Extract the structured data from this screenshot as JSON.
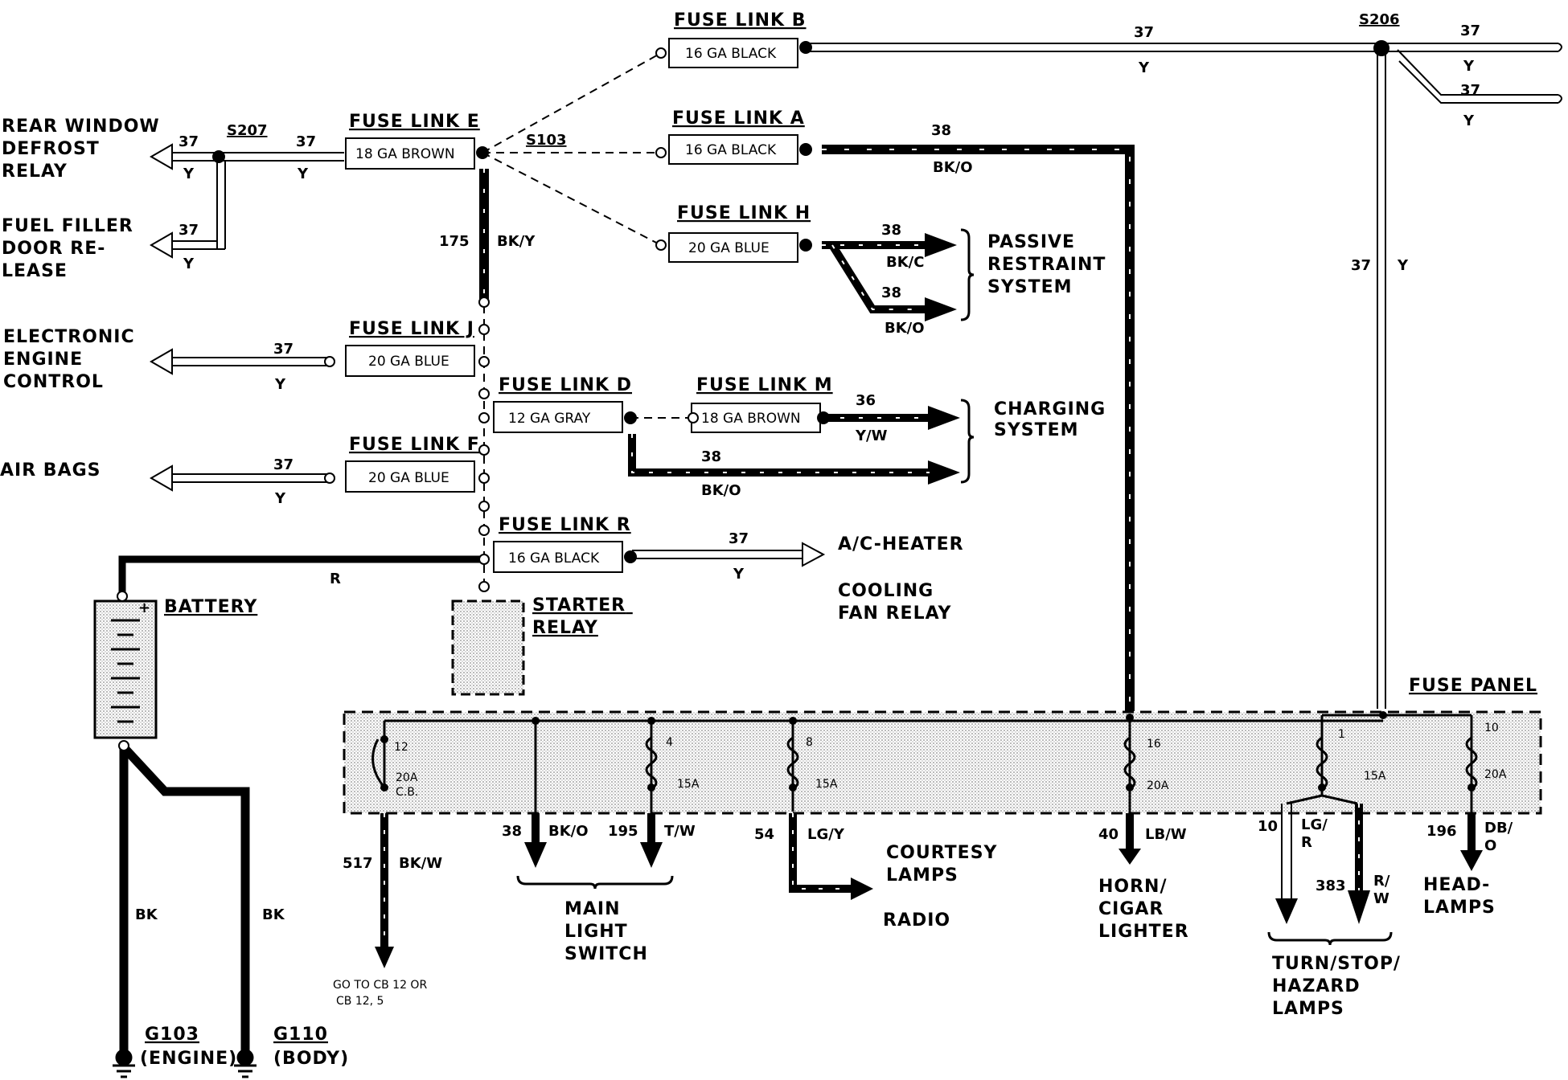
{
  "splices": {
    "s207": "S207",
    "s103": "S103",
    "s206": "S206"
  },
  "fuse_links": {
    "b": {
      "title": "FUSE LINK B",
      "spec": "16 GA BLACK"
    },
    "a": {
      "title": "FUSE LINK A",
      "spec": "16 GA BLACK"
    },
    "e": {
      "title": "FUSE LINK E",
      "spec": "18 GA BROWN"
    },
    "h": {
      "title": "FUSE LINK H",
      "spec": "20 GA BLUE"
    },
    "j": {
      "title": "FUSE LINK J",
      "spec": "20 GA BLUE"
    },
    "d": {
      "title": "FUSE LINK D",
      "spec": "12 GA GRAY"
    },
    "m": {
      "title": "FUSE LINK M",
      "spec": "18 GA BROWN"
    },
    "f": {
      "title": "FUSE LINK F",
      "spec": "20 GA BLUE"
    },
    "r": {
      "title": "FUSE LINK R",
      "spec": "16 GA BLACK"
    }
  },
  "destinations": {
    "rear_defrost": [
      "REAR WINDOW",
      "DEFROST",
      "RELAY"
    ],
    "fuel_door": [
      "FUEL FILLER",
      "DOOR RE-",
      "LEASE"
    ],
    "eec": [
      "ELECTRONIC",
      "ENGINE",
      "CONTROL"
    ],
    "air_bags": "AIR BAGS",
    "passive": [
      "PASSIVE",
      "RESTRAINT",
      "SYSTEM"
    ],
    "charging": [
      "CHARGING",
      "SYSTEM"
    ],
    "ac_heater": "A/C-HEATER",
    "cooling": [
      "COOLING",
      "FAN RELAY"
    ],
    "courtesy": [
      "COURTESY",
      "LAMPS"
    ],
    "radio": "RADIO",
    "main_light": [
      "MAIN",
      "LIGHT",
      "SWITCH"
    ],
    "horn": [
      "HORN/",
      "CIGAR",
      "LIGHTER"
    ],
    "turn": [
      "TURN/STOP/",
      "HAZARD",
      "LAMPS"
    ],
    "head": [
      "HEAD-",
      "LAMPS"
    ],
    "goto": [
      "GO TO  CB 12 OR",
      "CB 12, 5"
    ]
  },
  "components": {
    "battery": "BATTERY",
    "starter": [
      "STARTER",
      "RELAY"
    ],
    "fuse_panel": "FUSE PANEL",
    "g103": "G103",
    "g103_sub": "(ENGINE)",
    "g110": "G110",
    "g110_sub": "(BODY)"
  },
  "wires": {
    "w37": "37",
    "w38": "38",
    "w36": "36",
    "w175": "175",
    "w517": "517",
    "w195": "195",
    "w54": "54",
    "w40": "40",
    "w10": "10",
    "w383": "383",
    "w196": "196",
    "y": "Y",
    "bko": "BK/O",
    "bky": "BK/Y",
    "bkc": "BK/C",
    "yw": "Y/W",
    "r": "R",
    "bk": "BK",
    "bkw": "BK/W",
    "tw": "T/W",
    "lgy": "LG/Y",
    "lbw": "LB/W",
    "lgr": [
      "LG/",
      "R"
    ],
    "rw": [
      "R/",
      "W"
    ],
    "dbo": [
      "DB/",
      "O"
    ]
  },
  "circuits": {
    "c12": "12",
    "c20acb": [
      "20A",
      "C.B."
    ],
    "c4": "4",
    "c15a": "15A",
    "c8": "8",
    "c16": "16",
    "c20a": "20A",
    "c1": "1",
    "c10": "10"
  }
}
